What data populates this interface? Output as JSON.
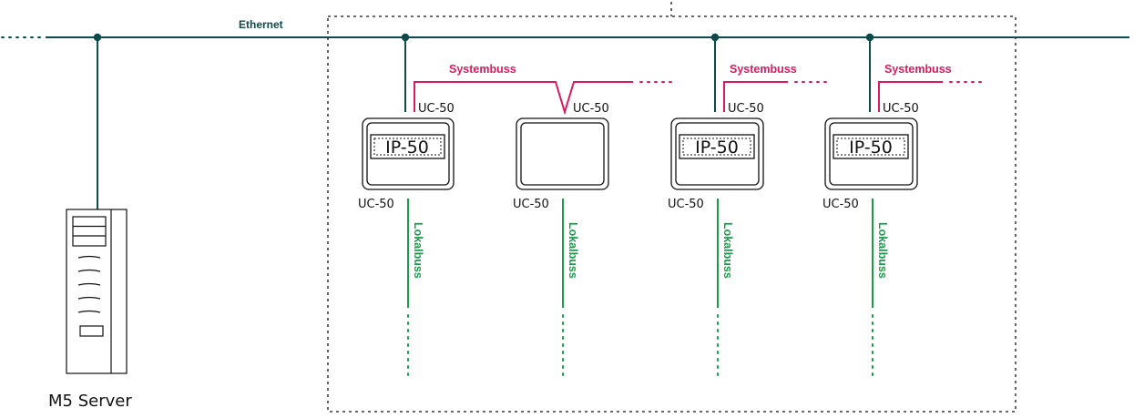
{
  "ethernet": {
    "label": "Ethernet"
  },
  "server": {
    "label": "M5 Server"
  },
  "colors": {
    "ethernet": "#0d4a4a",
    "systembuss": "#d81b60",
    "lokalbuss": "#1a9a4a",
    "device": "#111111",
    "boundary": "#111111"
  },
  "units": [
    {
      "unit_label": "UC-50",
      "module_label": "IP-50",
      "systembuss_label": "Systembuss",
      "lower_label": "UC-50",
      "lokalbuss_label": "Lokalbuss"
    },
    {
      "unit_label": "UC-50",
      "module_label": "",
      "systembuss_label": "",
      "lower_label": "UC-50",
      "lokalbuss_label": "Lokalbuss"
    },
    {
      "unit_label": "UC-50",
      "module_label": "IP-50",
      "systembuss_label": "Systembuss",
      "lower_label": "UC-50",
      "lokalbuss_label": "Lokalbuss"
    },
    {
      "unit_label": "UC-50",
      "module_label": "IP-50",
      "systembuss_label": "Systembuss",
      "lower_label": "UC-50",
      "lokalbuss_label": "Lokalbuss"
    }
  ]
}
